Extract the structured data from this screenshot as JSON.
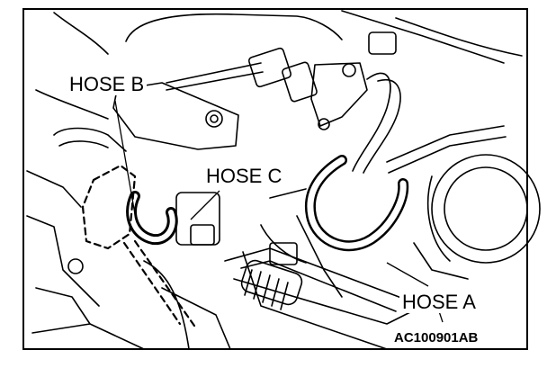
{
  "labels": {
    "hose_b": "HOSE B",
    "hose_c": "HOSE C",
    "hose_a": "HOSE A",
    "figure_code": "AC100901AB"
  }
}
